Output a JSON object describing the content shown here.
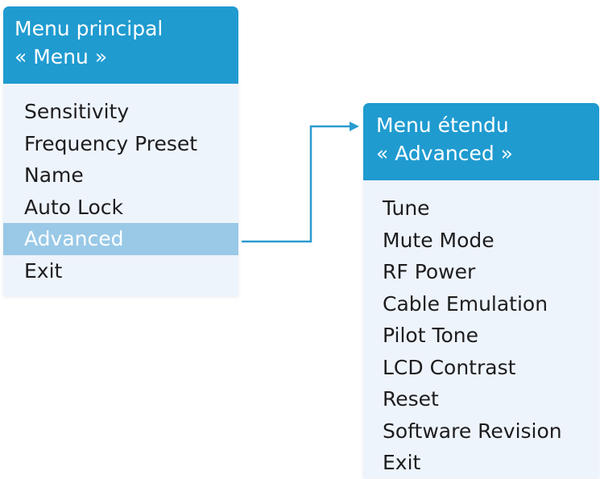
{
  "main_menu": {
    "title_line1": "Menu principal",
    "title_line2": "« Menu »",
    "items": [
      "Sensitivity",
      "Frequency Preset",
      "Name",
      "Auto Lock",
      "Advanced",
      "Exit"
    ],
    "selected_item": "Advanced"
  },
  "advanced_menu": {
    "title_line1": "Menu étendu",
    "title_line2": "« Advanced »",
    "items": [
      "Tune",
      "Mute Mode",
      "RF Power",
      "Cable Emulation",
      "Pilot Tone",
      "LCD Contrast",
      "Reset",
      "Software Revision",
      "Exit"
    ]
  },
  "colors": {
    "header_blue": "#1f9bd0",
    "menu_background": "#eef4fb",
    "selection_highlight": "#99c9e7",
    "connector": "#2a9bd0"
  }
}
